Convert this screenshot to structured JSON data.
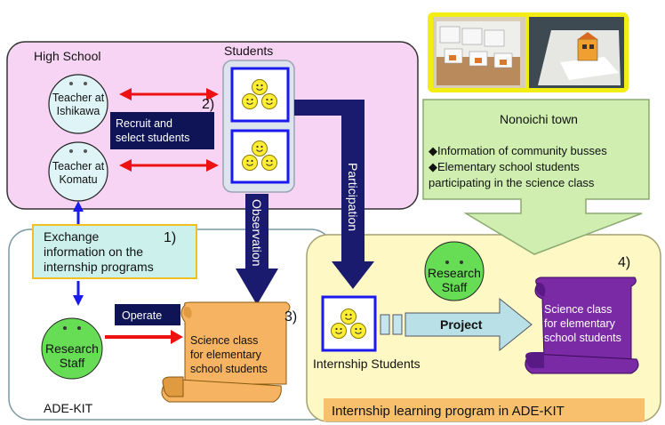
{
  "high_school": {
    "title": "High School",
    "teacher1": [
      "Teacher at",
      "Ishikawa"
    ],
    "teacher2": [
      "Teacher at",
      "Komatu"
    ],
    "recruit": [
      "Recruit and",
      "select students"
    ]
  },
  "students": {
    "title": "Students"
  },
  "steps": {
    "s1": "1)",
    "s2": "2)",
    "s3": "3)",
    "s4": "4)"
  },
  "exchange": [
    "Exchange",
    "information on the",
    "internship programs"
  ],
  "ade_kit": {
    "label": "ADE-KIT",
    "operate": "Operate"
  },
  "research_staff": [
    "Research",
    "Staff"
  ],
  "science_class": [
    "Science class",
    "for elementary",
    "school students"
  ],
  "arrows": {
    "observation": "Observation",
    "participation": "Participation",
    "project": "Project"
  },
  "internship": {
    "students": "Internship Students",
    "program": "Internship learning program in ADE-KIT"
  },
  "nonoichi": {
    "title": "Nonoichi town",
    "lines": [
      "◆Information of community busses",
      "◆Elementary school students",
      "participating  in the science class"
    ]
  },
  "colors": {
    "high_school_bg": "#f8d4f4",
    "program_bg": "#fdf8c4",
    "nonoichi_bg": "#cfeeb0",
    "arrow_navy": "#1a1a6e",
    "arrow_red": "#ee1111",
    "scroll_orange": "#f6b462",
    "scroll_purple": "#7a2aa4",
    "photo_frame": "#f2ee14",
    "smiley": "#ffee33",
    "staff": "#66dd55"
  }
}
